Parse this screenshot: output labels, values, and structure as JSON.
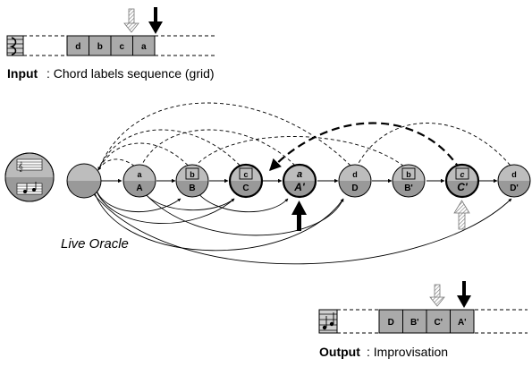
{
  "input": {
    "title": "Input",
    "subtitle": ": Chord labels sequence (grid)",
    "cells": [
      "d",
      "b",
      "c",
      "a"
    ]
  },
  "output": {
    "title": "Output",
    "subtitle": ": Improvisation",
    "cells": [
      "D",
      "B'",
      "C'",
      "A'"
    ]
  },
  "oracle_label": "Live Oracle",
  "oracle": {
    "states": [
      {
        "top": "",
        "bottom": ""
      },
      {
        "top": "a",
        "bottom": "A"
      },
      {
        "top": "b",
        "bottom": "B"
      },
      {
        "top": "c",
        "bottom": "C"
      },
      {
        "top": "a",
        "bottom": "A'"
      },
      {
        "top": "d",
        "bottom": "D"
      },
      {
        "top": "b",
        "bottom": "B'"
      },
      {
        "top": "c",
        "bottom": "C'"
      },
      {
        "top": "d",
        "bottom": "D'"
      }
    ]
  },
  "colors": {
    "cell_fill": "#aaaaaa",
    "node_top": "#bdbdbd",
    "node_bottom": "#999999",
    "line": "#000000"
  }
}
